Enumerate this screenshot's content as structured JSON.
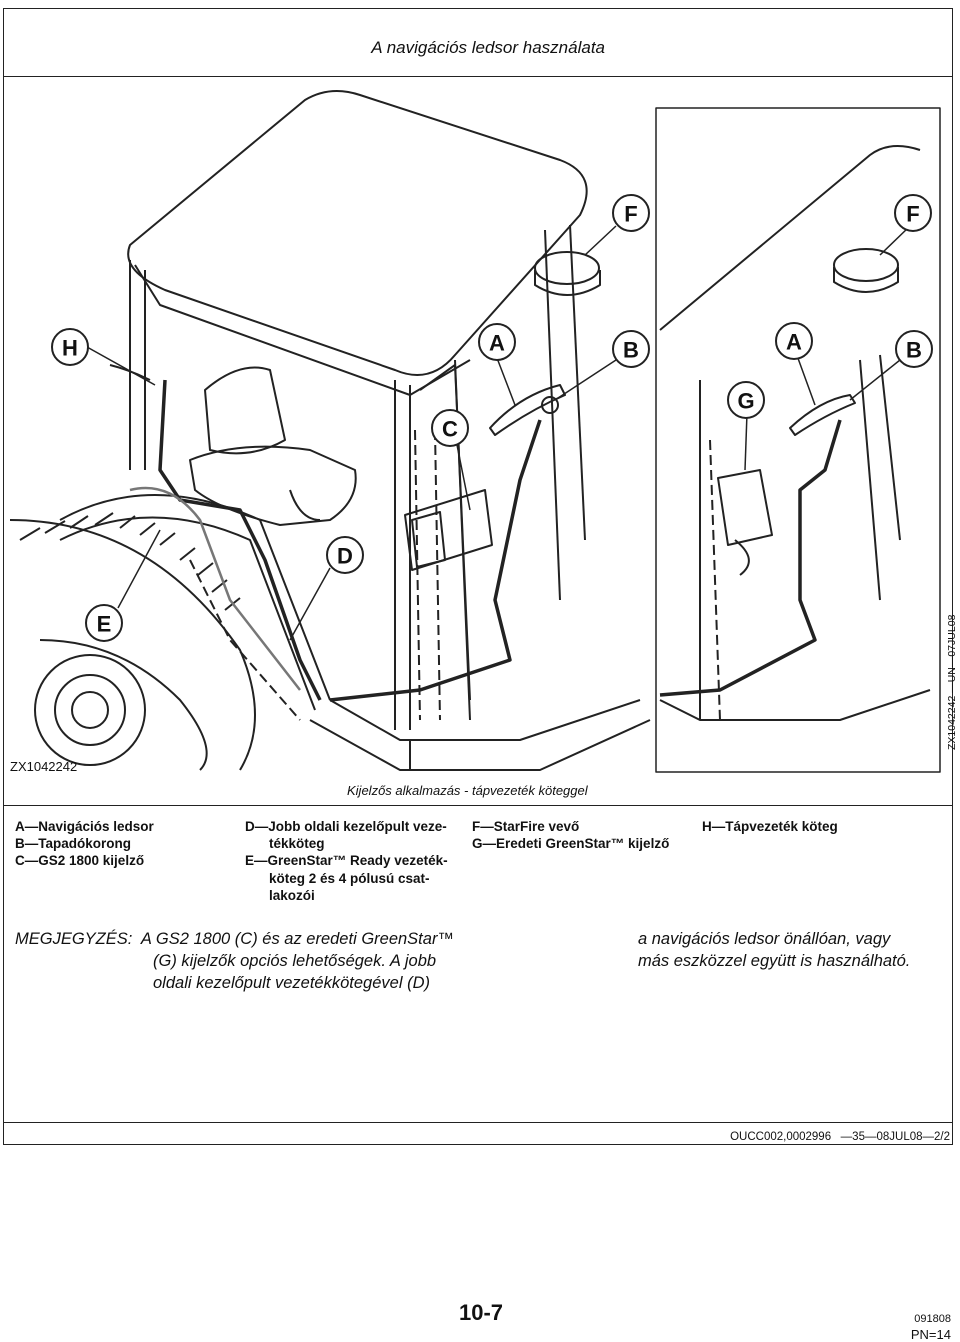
{
  "header": {
    "title": "A navigációs ledsor használata"
  },
  "figure": {
    "id": "ZX1042242",
    "vertical_id": "ZX1042242 —UN—07JUL08",
    "caption": "Kijelzős alkalmazás - tápvezeték köteggel",
    "callouts": [
      "H",
      "E",
      "D",
      "C",
      "A",
      "B",
      "F",
      "F",
      "A",
      "B",
      "G"
    ]
  },
  "legend": {
    "col1": [
      "A—Navigációs ledsor",
      "B—Tapadókorong",
      "C—GS2 1800 kijelző"
    ],
    "col2": [
      "D—Jobb oldali kezelőpult veze-",
      "tékköteg",
      "E—GreenStar™ Ready vezeték-",
      "köteg 2 és 4 pólusú csat-",
      "lakozói"
    ],
    "col3": [
      "F—StarFire vevő",
      "G—Eredeti GreenStar™ kijelző"
    ],
    "col4": [
      "H—Tápvezeték köteg"
    ]
  },
  "note": {
    "left": [
      "MEGJEGYZÉS:  A GS2 1800 (C) és az eredeti GreenStar™",
      "(G) kijelzők opciós lehetőségek. A jobb",
      "oldali kezelőpult vezetékkötegével (D)"
    ],
    "right": [
      "a navigációs ledsor önállóan, vagy",
      "más eszközzel együtt is használható."
    ]
  },
  "footer": {
    "code": "OUCC002,0002996   —35—08JUL08—2/2",
    "page": "10-7",
    "date": "091808",
    "pn": "PN=14"
  }
}
